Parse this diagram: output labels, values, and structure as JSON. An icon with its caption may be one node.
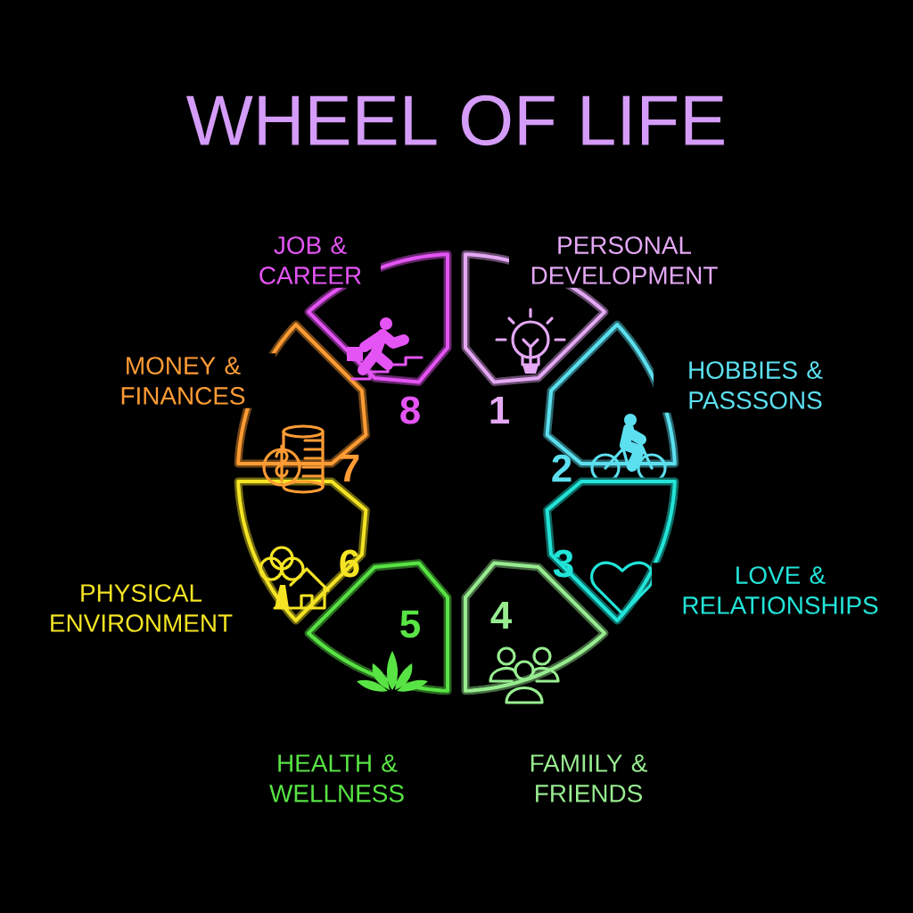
{
  "diagram": {
    "title": "WHEEL OF LIFE",
    "nodes": [
      {
        "text": [
          "PERSONAL DEVELOPMENT",
          "1"
        ]
      },
      {
        "text": [
          "HOBBIES & PASSSONS",
          "2"
        ]
      },
      {
        "text": [
          "3",
          "LOVE & RELATIONSHIPS"
        ]
      },
      {
        "text": [
          "4",
          "FAMIILY & FRIENDS"
        ]
      },
      {
        "text": [
          "5",
          "HEALTH & WELLNESS"
        ]
      },
      {
        "text": [
          "6",
          "PHYSICAL ENVIRONMENT"
        ]
      },
      {
        "text": [
          "MONEY & FINANCES",
          "7"
        ]
      },
      {
        "text": [
          "JOB & CAREER",
          "8"
        ]
      }
    ],
    "edges": []
  }
}
